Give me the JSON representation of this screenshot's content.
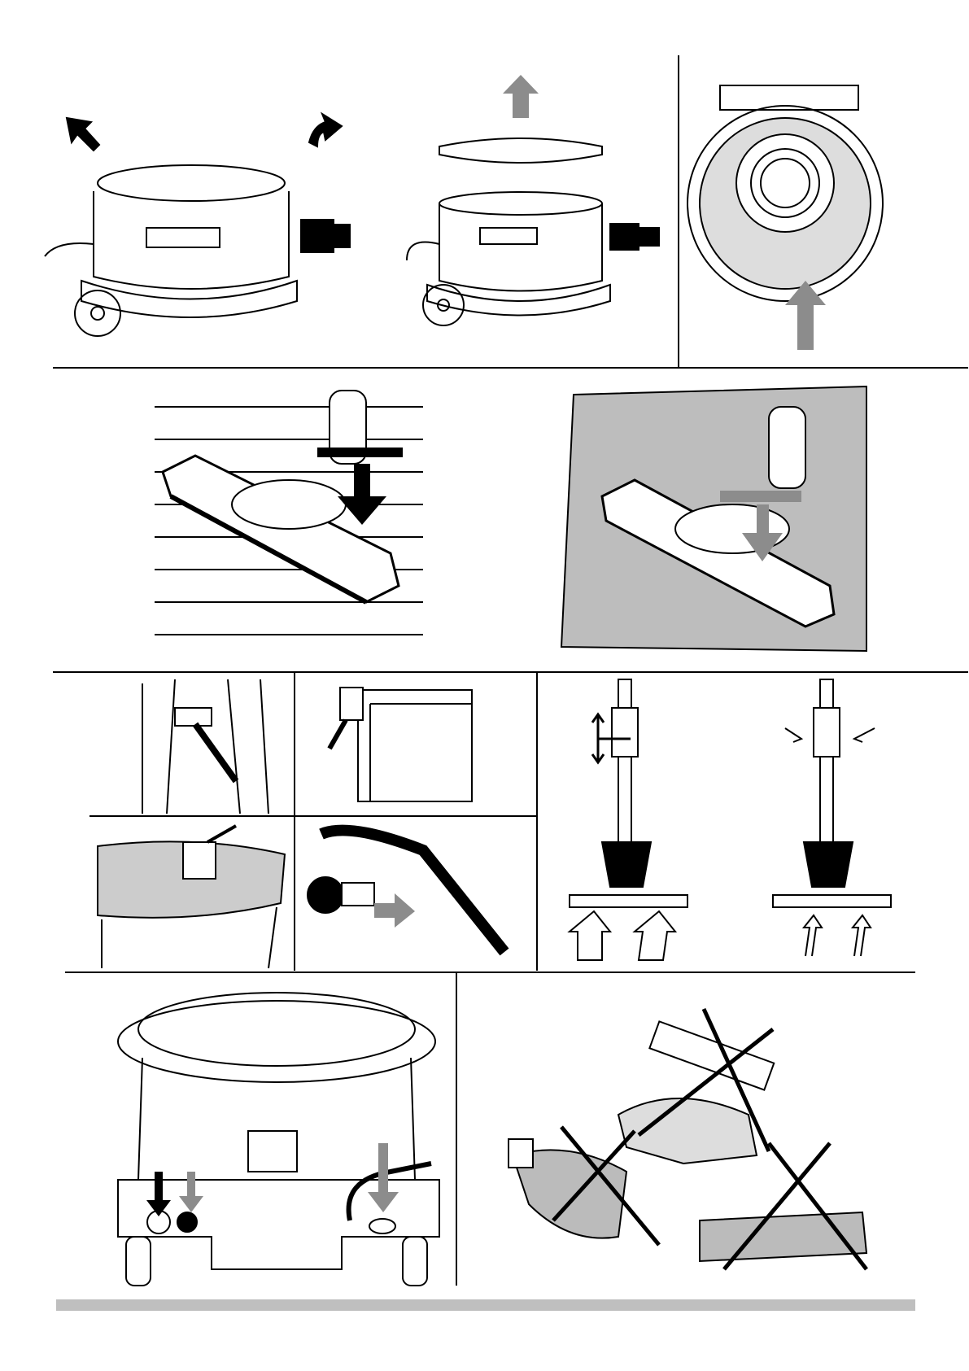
{
  "colors": {
    "line": "#000000",
    "arrow_gray": "#8c8c8c",
    "footer_bar": "#bfbfbf",
    "background": "#ffffff"
  },
  "panels": [
    {
      "id": "unlatch-lid",
      "icons": [
        "vacuum-canister-icon",
        "arrow-up-left-icon",
        "arrow-up-right-icon"
      ]
    },
    {
      "id": "remove-lid",
      "icons": [
        "vacuum-canister-icon",
        "lid-icon",
        "arrow-up-icon"
      ]
    },
    {
      "id": "insert-bag",
      "icons": [
        "dust-bag-icon",
        "arrow-up-icon"
      ]
    },
    {
      "id": "hard-floor-setting",
      "icons": [
        "floor-nozzle-icon",
        "arrow-down-icon"
      ]
    },
    {
      "id": "carpet-setting",
      "icons": [
        "floor-nozzle-icon",
        "arrow-down-icon"
      ]
    },
    {
      "id": "curtain-brush",
      "icons": [
        "brush-icon"
      ]
    },
    {
      "id": "frame-brush",
      "icons": [
        "brush-icon"
      ]
    },
    {
      "id": "table-brush",
      "icons": [
        "brush-icon"
      ]
    },
    {
      "id": "attach-brush",
      "icons": [
        "brush-icon",
        "arrow-right-icon"
      ]
    },
    {
      "id": "telescopic-tube-adjust",
      "icons": [
        "tube-icon",
        "arrow-updown-icon"
      ]
    },
    {
      "id": "telescopic-tube-lock",
      "icons": [
        "tube-icon",
        "arrow-in-icon"
      ]
    },
    {
      "id": "power-switch-cord",
      "icons": [
        "vacuum-front-icon",
        "arrow-down-icon"
      ]
    },
    {
      "id": "do-not-vacuum",
      "icons": [
        "prohibited-icon"
      ]
    }
  ]
}
